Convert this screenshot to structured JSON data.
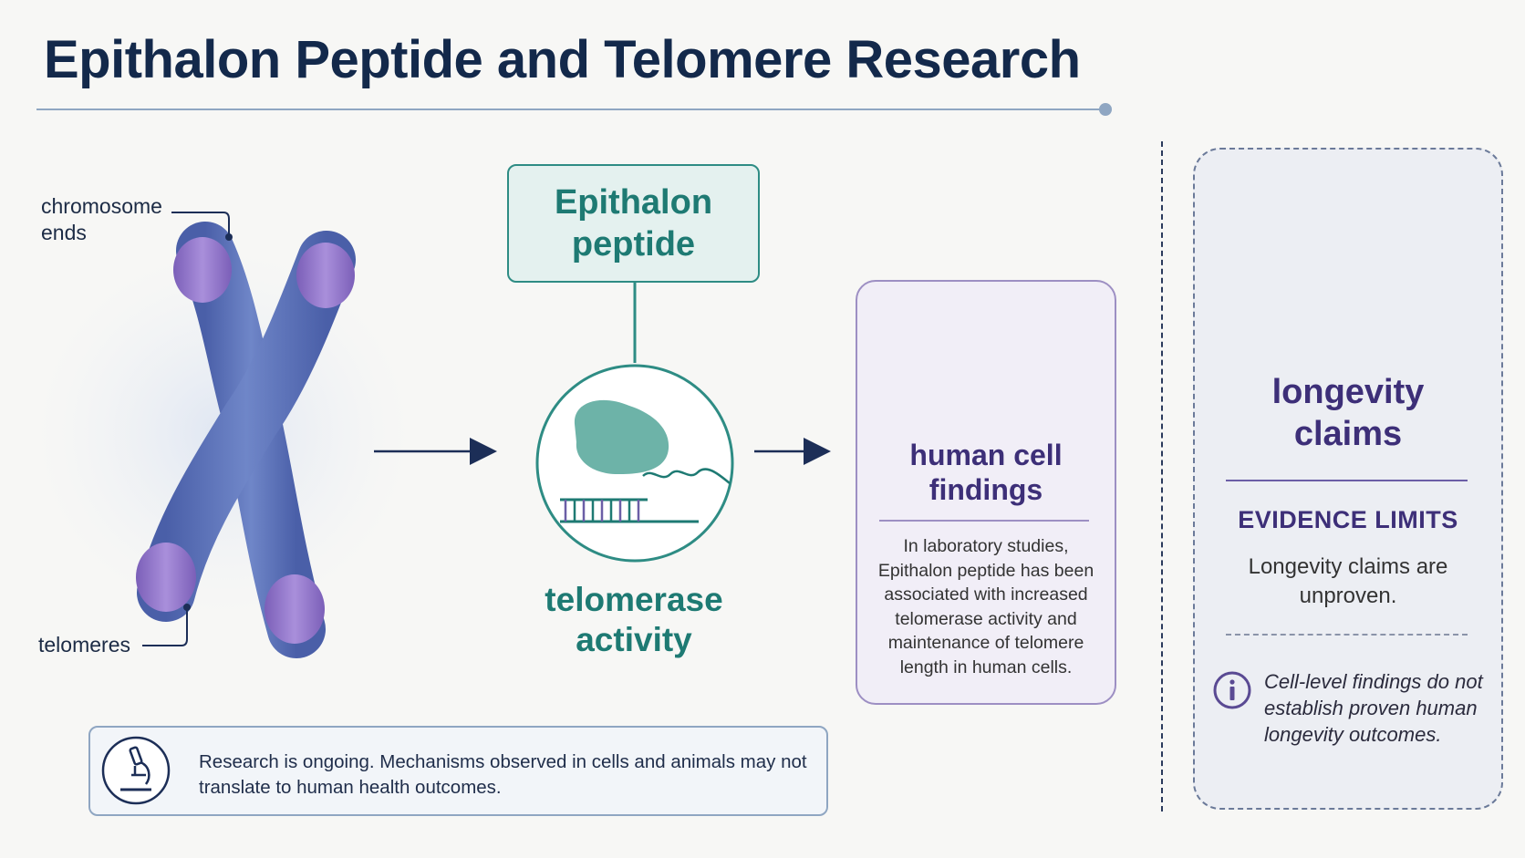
{
  "title": "Epithalon Peptide and Telomere Research",
  "chromosome": {
    "ends_label_line1": "chromosome",
    "ends_label_line2": "ends",
    "telomeres_label": "telomeres"
  },
  "peptide": {
    "label_line1": "Epithalon",
    "label_line2": "peptide"
  },
  "telomerase": {
    "label_line1": "telomerase",
    "label_line2": "activity"
  },
  "cell_findings": {
    "title_line1": "human cell",
    "title_line2": "findings",
    "description": "In laboratory studies, Epithalon peptide has been associated with increased telomerase activity and maintenance of telomere length in human cells."
  },
  "evidence": {
    "claims_line1": "longevity",
    "claims_line2": "claims",
    "heading": "EVIDENCE LIMITS",
    "text": "Longevity claims are unproven.",
    "note": "Cell-level findings do not establish proven human longevity outcomes."
  },
  "research_note": "Research is ongoing. Mechanisms observed in cells and animals may not translate to human health outcomes.",
  "icons": [
    "microscope-icon",
    "info-icon",
    "no-hourglass-icon",
    "cell-icon",
    "arrow-right-icon"
  ],
  "colors": {
    "navy": "#13294b",
    "teal": "#1e7a73",
    "purple": "#3d2f78",
    "chromosome_blue": "#5b70b5",
    "telomere_purple": "#8a70c4"
  }
}
